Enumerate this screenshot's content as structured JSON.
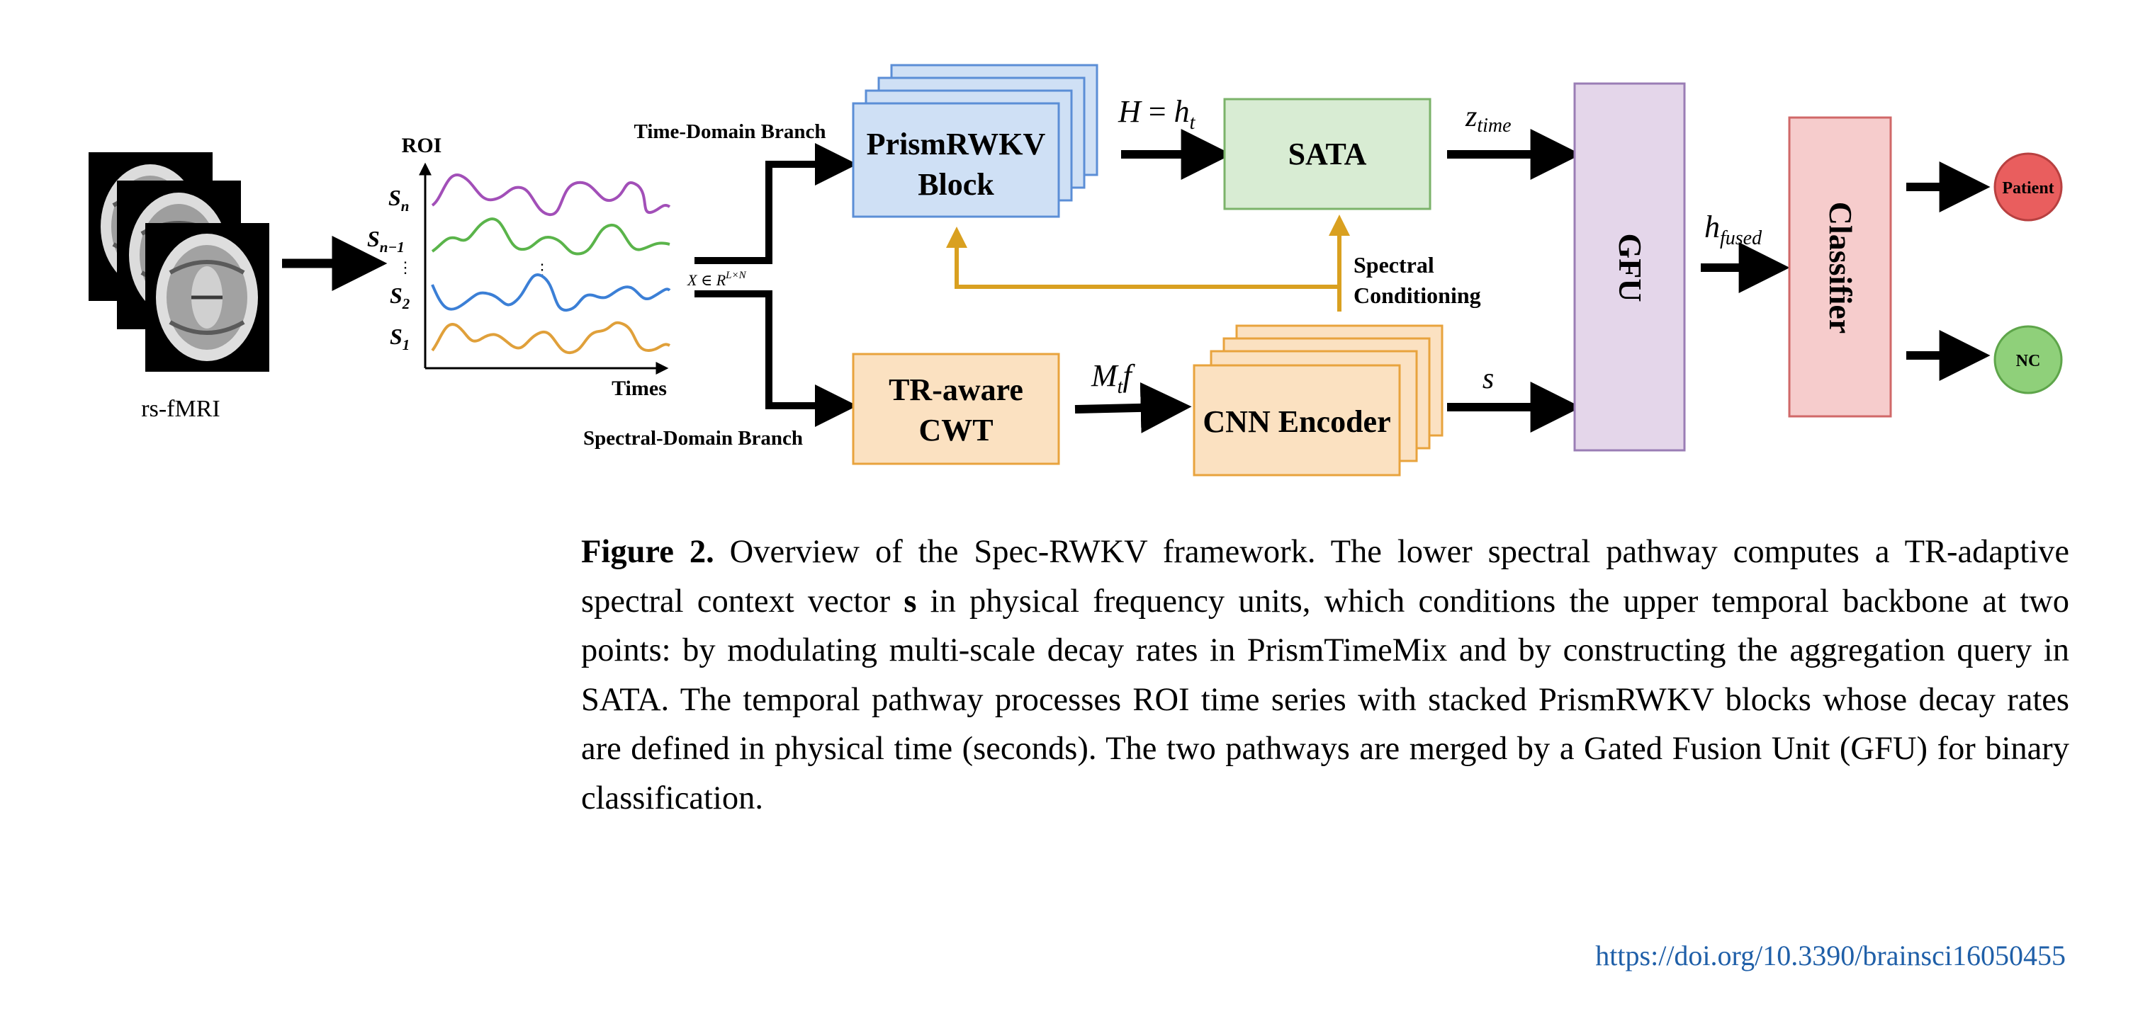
{
  "figure": {
    "input_label": "rs-fMRI",
    "roi_axis_label": "ROI",
    "time_axis_label": "Times",
    "signal_labels": [
      "S",
      "S",
      "S",
      "S"
    ],
    "signal_subscripts": [
      "n",
      "n−1",
      "2",
      "1"
    ],
    "signal_colors": [
      "#a24fb8",
      "#5ab44a",
      "#3b7fd6",
      "#e0a03a"
    ],
    "ellipsis": "⋮",
    "input_matrix_prefix": "X ∈ R",
    "input_matrix_sup": "L×N",
    "time_branch_label": "Time-Domain Branch",
    "spectral_branch_label": "Spectral-Domain Branch",
    "prism_block": {
      "line1": "PrismRWKV",
      "line2": "Block"
    },
    "h_eq_left": "H",
    "h_eq_op": " = ",
    "h_eq_right": "h",
    "h_eq_right_sub": "t",
    "sata_label": "SATA",
    "z_time_main": "z",
    "z_time_sub": "time",
    "spectral_conditioning": {
      "line1": "Spectral",
      "line2": "Conditioning"
    },
    "cwt_block": {
      "line1": "TR-aware",
      "line2": "CWT"
    },
    "mtf_main": "M",
    "mtf_sub": "t",
    "mtf_tail": "f",
    "cnn_label": "CNN Encoder",
    "s_label": "s",
    "gfu_label": "GFU",
    "h_fused_main": "h",
    "h_fused_sub": "fused",
    "classifier_label": "Classifier",
    "patient_label": "Patient",
    "nc_label": "NC",
    "colors": {
      "prism_fill": "#cfe0f5",
      "prism_stroke": "#5b8ed6",
      "sata_fill": "#d8ecd3",
      "sata_stroke": "#7bb36a",
      "cwt_fill": "#fbe1c1",
      "cwt_stroke": "#e8a33d",
      "gfu_fill": "#e4d6ea",
      "gfu_stroke": "#9a7db5",
      "classifier_fill": "#f6cccc",
      "classifier_stroke": "#d06868",
      "patient_fill": "#e95e5e",
      "nc_fill": "#8fd07a",
      "conditioning_line": "#d9a020"
    }
  },
  "caption": {
    "label": "Figure 2.",
    "text": " Overview of the Spec-RWKV framework. The lower spectral pathway computes a TR-adaptive spectral context vector ",
    "bold_symbol": "s",
    "text_after": " in physical frequency units, which conditions the upper temporal backbone at two points: by modulating multi-scale decay rates in PrismTimeMix and by constructing the aggregation query in SATA. The temporal pathway processes ROI time series with stacked PrismRWKV blocks whose decay rates are defined in physical time (seconds). The two pathways are merged by a Gated Fusion Unit (GFU) for binary classification."
  },
  "doi": "https://doi.org/10.3390/brainsci16050455"
}
